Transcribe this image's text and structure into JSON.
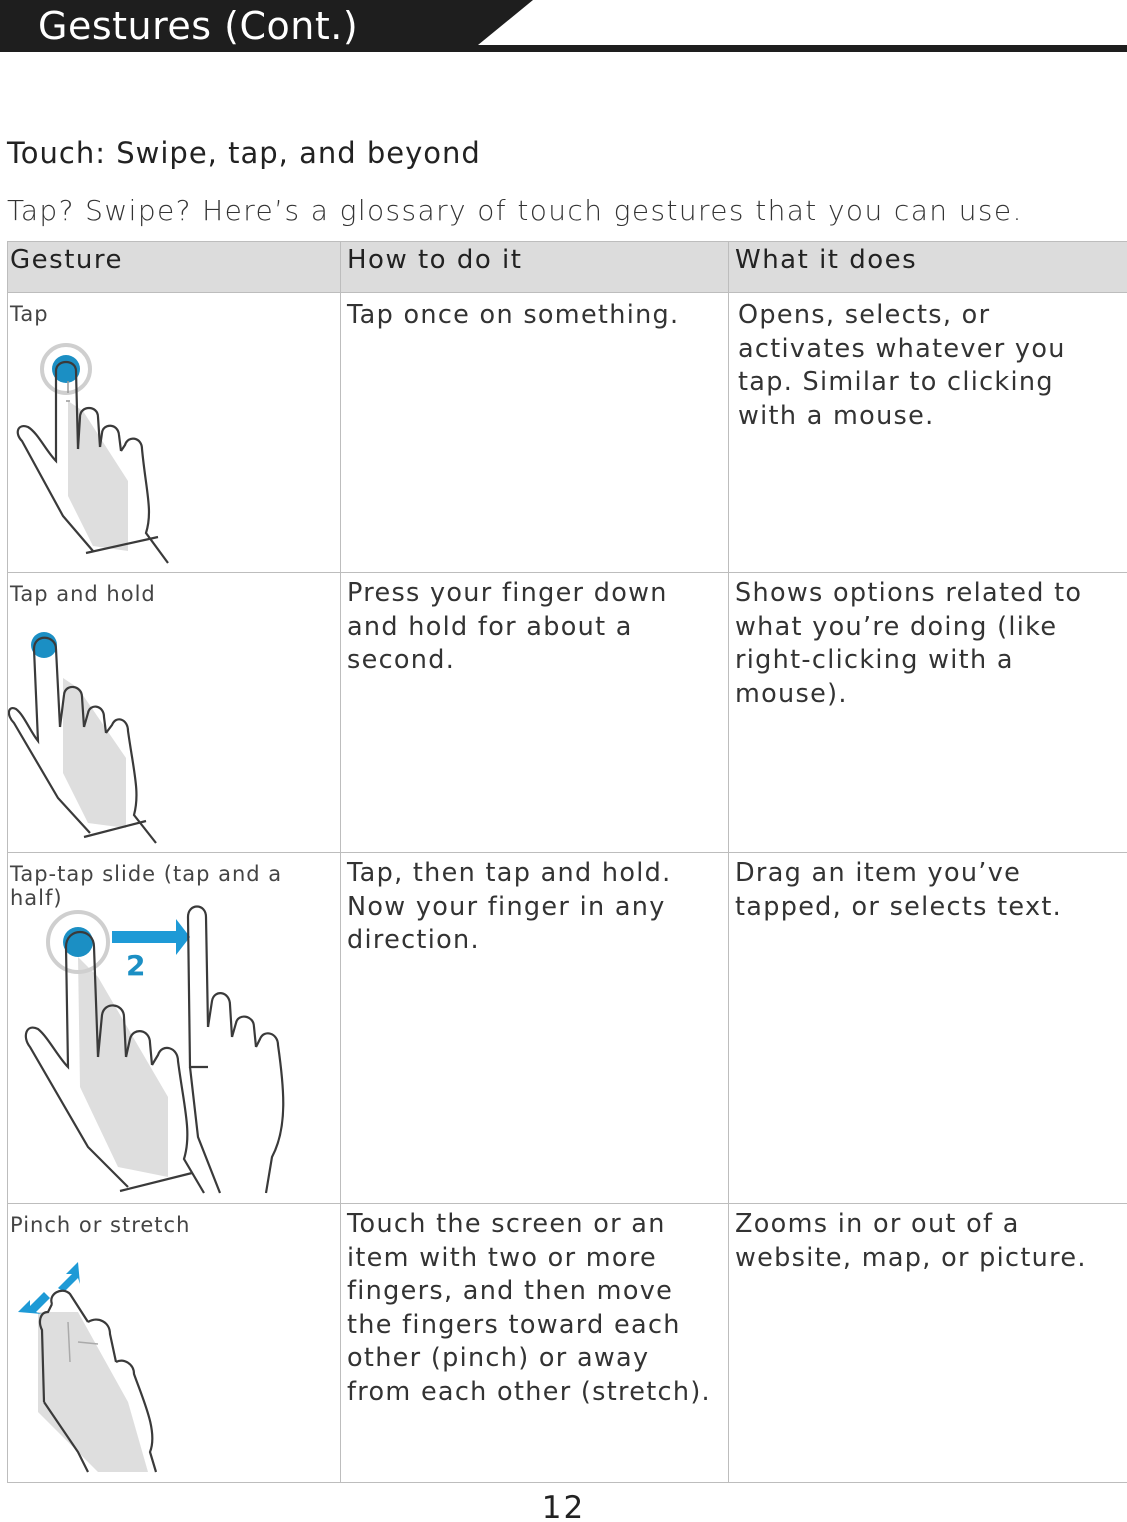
{
  "header": {
    "title": "Gestures (Cont.)"
  },
  "section": {
    "heading": "Touch: Swipe, tap, and beyond",
    "intro": "Tap? Swipe? Here’s a glossary of touch gestures that you can use."
  },
  "table": {
    "columns": [
      "Gesture",
      "How to do it",
      "What it does"
    ],
    "rows": [
      {
        "gesture": "Tap",
        "how": "Tap once on something.",
        "what": "Opens, selects, or activates whatever you tap. Similar to clicking with a mouse.",
        "icon": "tap-hand-icon"
      },
      {
        "gesture": "Tap and hold",
        "how": "Press your finger down and hold for about a second.",
        "what": "Shows options related to what you’re doing (like right-clicking with a mouse).",
        "icon": "tap-and-hold-hand-icon"
      },
      {
        "gesture": "Tap-tap slide (tap and a half)",
        "how": "Tap, then tap and hold. Now your finger in any direction.",
        "what": "Drag an item you’ve tapped, or selects text.",
        "icon": "tap-tap-slide-hand-icon",
        "step_label": "2"
      },
      {
        "gesture": "Pinch or stretch",
        "how": "Touch the screen or an item with two or more fingers, and then move the fingers toward each other (pinch) or away from each other (stretch).",
        "what": "Zooms in or out of a website, map, or picture.",
        "icon": "pinch-hand-icon"
      }
    ]
  },
  "footer": {
    "page_number": "12"
  },
  "colors": {
    "header_bar": "#1e1e1e",
    "table_header": "#dcdcdc",
    "accent_blue": "#1b8fc4",
    "arrow_blue": "#1e9ad6",
    "hand_shadow": "#dedede"
  }
}
